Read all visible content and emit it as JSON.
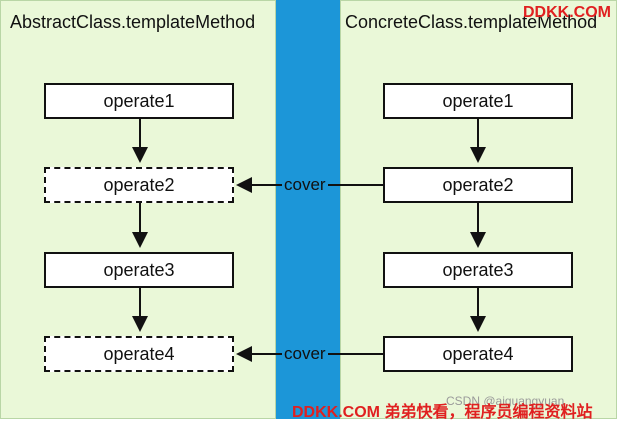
{
  "left": {
    "title": "AbstractClass.templateMethod",
    "steps": [
      "operate1",
      "operate2",
      "operate3",
      "operate4"
    ]
  },
  "right": {
    "title": "ConcreteClass.templateMethod",
    "steps": [
      "operate1",
      "operate2",
      "operate3",
      "operate4"
    ]
  },
  "connectors": {
    "cover1": "cover",
    "cover2": "cover"
  },
  "watermarks": {
    "top": "DDKK.COM",
    "bottom": "DDKK.COM 弟弟快看，程序员编程资料站",
    "csdn": "CSDN @aiguangyuan"
  },
  "colors": {
    "panel": "#eaf8d8",
    "divider": "#1c96d8",
    "watermark": "#e02020"
  }
}
